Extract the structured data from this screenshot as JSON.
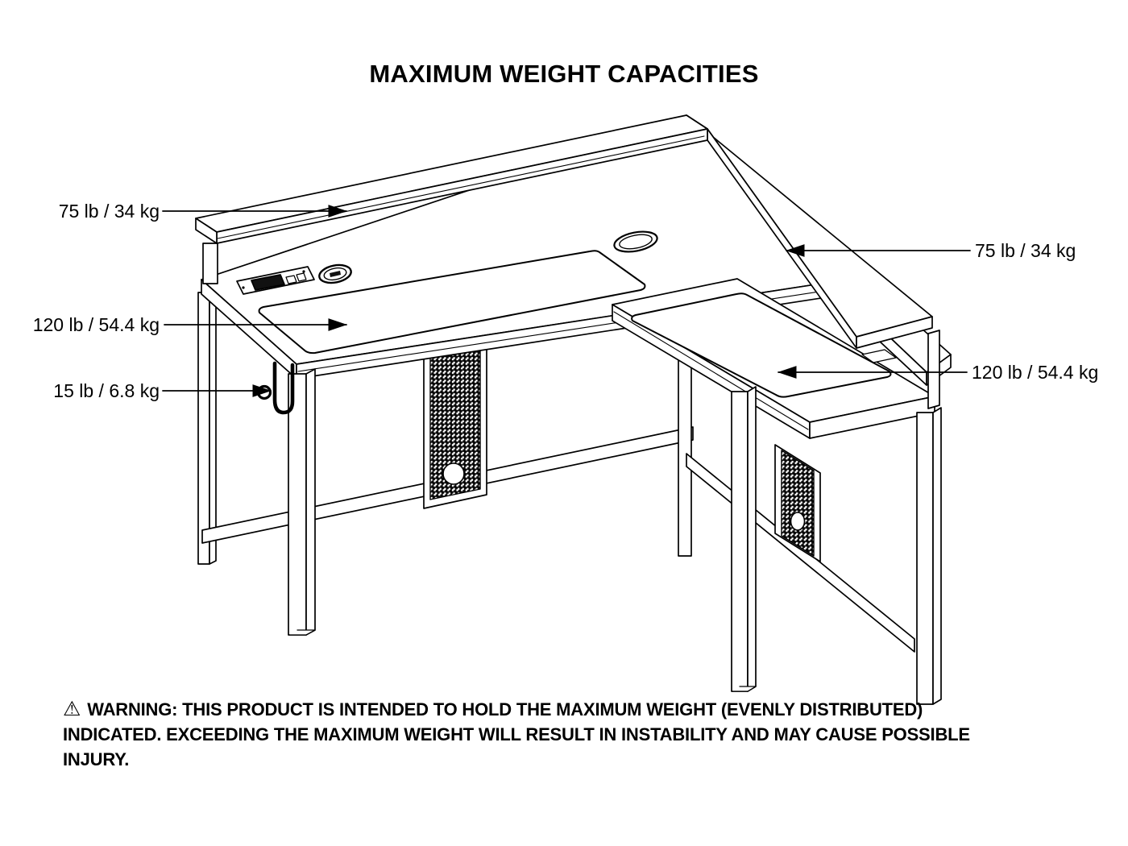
{
  "page": {
    "background": "#ffffff",
    "line_color": "#000000"
  },
  "title": "MAXIMUM WEIGHT CAPACITIES",
  "capacity_labels": [
    {
      "id": "shelf-left",
      "text": "75 lb / 34 kg"
    },
    {
      "id": "shelf-right",
      "text": "75 lb / 34 kg"
    },
    {
      "id": "main-desktop",
      "text": "120 lb / 54.4 kg"
    },
    {
      "id": "return-desktop",
      "text": "120 lb / 54.4 kg"
    },
    {
      "id": "headset-hook",
      "text": "15 lb / 6.8 kg"
    }
  ],
  "warning": {
    "icon_glyph": "⚠",
    "text": "WARNING: THIS PRODUCT IS INTENDED TO HOLD THE MAXIMUM WEIGHT (EVENLY DISTRIBUTED) INDICATED. EXCEEDING THE MAXIMUM WEIGHT WILL RESULT IN INSTABILITY AND MAY CAUSE POSSIBLE INJURY."
  }
}
